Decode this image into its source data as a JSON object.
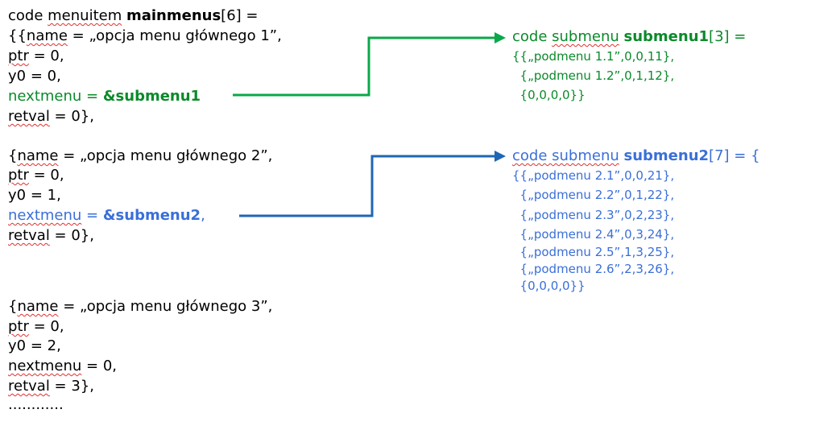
{
  "colors": {
    "green": "#0a8a2a",
    "green_arrow": "#0aa84a",
    "blue": "#3a6fd8",
    "blue_arrow": "#1f66b4"
  },
  "main": {
    "header": {
      "prefix": "code ",
      "keyword": "menuitem",
      "space": " ",
      "name": "mainmenus",
      "suffix": "[6] ="
    },
    "item1": {
      "open": "{{",
      "name_key": "name",
      "name_val": " = „opcja menu głównego 1”,",
      "ptr_key": "ptr",
      "ptr_val": " = 0,",
      "y0": "y0 = 0,",
      "next_key": "nextmenu",
      "next_eq": " = ",
      "next_ref": "&submenu1",
      "retval_key": "retval",
      "retval_val": " = 0},"
    },
    "item2": {
      "open": "{",
      "name_key": "name",
      "name_val": " = „opcja menu głównego 2”,",
      "ptr_key": "ptr",
      "ptr_val": " = 0,",
      "y0": "y0 = 1,",
      "next_key": "nextmenu",
      "next_eq": " = ",
      "next_ref": "&submenu2",
      "next_tail": ",",
      "retval_key": "retval",
      "retval_val": " = 0},"
    },
    "item3": {
      "open": "{",
      "name_key": "name",
      "name_val": " = „opcja menu głównego 3”,",
      "ptr_key": "ptr",
      "ptr_val": " = 0,",
      "y0": "y0 = 2,",
      "next_key": "nextmenu",
      "next_val": " = 0,",
      "retval_key": "retval",
      "retval_val": " = 3},"
    },
    "ellipsis": "............"
  },
  "submenu1": {
    "header": {
      "prefix": "code ",
      "keyword": "submenu",
      "space": " ",
      "name": "submenu1",
      "suffix": "[3] ="
    },
    "rows": [
      "{{„podmenu 1.1”,0,0,11},",
      "  {„podmenu 1.2”,0,1,12},",
      "  {0,0,0,0}}"
    ]
  },
  "submenu2": {
    "header": {
      "prefix": "code ",
      "keyword": "submenu",
      "space": " ",
      "name": "submenu2",
      "suffix": "[7] = {"
    },
    "rows": [
      "{{„podmenu 2.1”,0,0,21},",
      "  {„podmenu 2.2”,0,1,22},",
      "  {„podmenu 2.3”,0,2,23},",
      "  {„podmenu 2.4”,0,3,24},",
      "  {„podmenu 2.5”,1,3,25},",
      "  {„podmenu 2.6”,2,3,26},",
      "  {0,0,0,0}}"
    ]
  },
  "arrows": [
    {
      "from": "nextmenu-submenu1",
      "to": "submenu1-header",
      "color": "green"
    },
    {
      "from": "nextmenu-submenu2",
      "to": "submenu2-header",
      "color": "blue"
    }
  ]
}
